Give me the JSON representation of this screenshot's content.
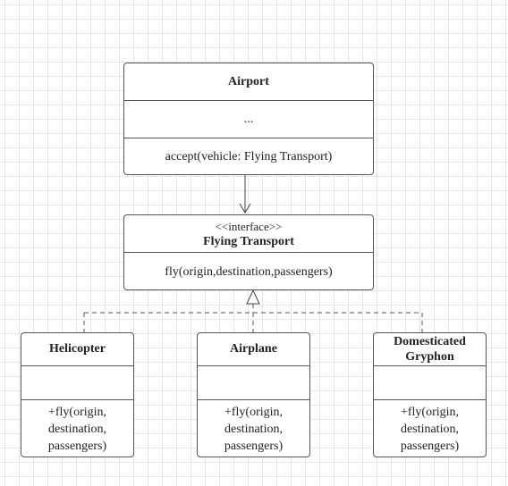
{
  "airport": {
    "name": "Airport",
    "attributes": "...",
    "method": "accept(vehicle: Flying Transport)"
  },
  "flying_transport": {
    "stereotype": "<<interface>>",
    "name": "Flying Transport",
    "method": "fly(origin,destination,passengers)"
  },
  "helicopter": {
    "name": "Helicopter",
    "method_lines": [
      "+fly(origin,",
      "destination,",
      "passengers)"
    ]
  },
  "airplane": {
    "name": "Airplane",
    "method_lines": [
      "+fly(origin,",
      "destination,",
      "passengers)"
    ]
  },
  "gryphon": {
    "name_lines": [
      "Domesticated",
      "Gryphon"
    ],
    "method_lines": [
      "+fly(origin,",
      "destination,",
      "passengers)"
    ]
  }
}
